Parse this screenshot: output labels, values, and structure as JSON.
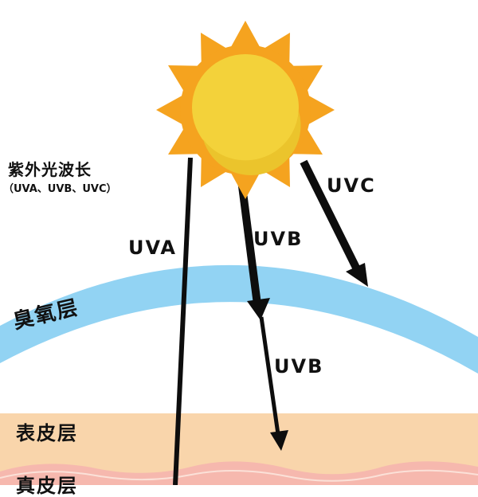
{
  "diagram": {
    "title": "紫外光波长",
    "subtitle": "（UVA、UVB、UVC）",
    "rays": {
      "uva": "UVA",
      "uvb_upper": "UVB",
      "uvb_lower": "UVB",
      "uvc": "UVC"
    },
    "layers": {
      "ozone": "臭氧层",
      "epidermis": "表皮层",
      "dermis": "真皮层"
    }
  },
  "colors": {
    "sun_outer": "#f5a31f",
    "sun_inner": "#f3d23a",
    "sun_shade": "#ebc42c",
    "ozone": "#92d3f3",
    "epidermis": "#f9d5ab",
    "dermis": "#f6b8ae",
    "arrow": "#0d0d0d"
  }
}
